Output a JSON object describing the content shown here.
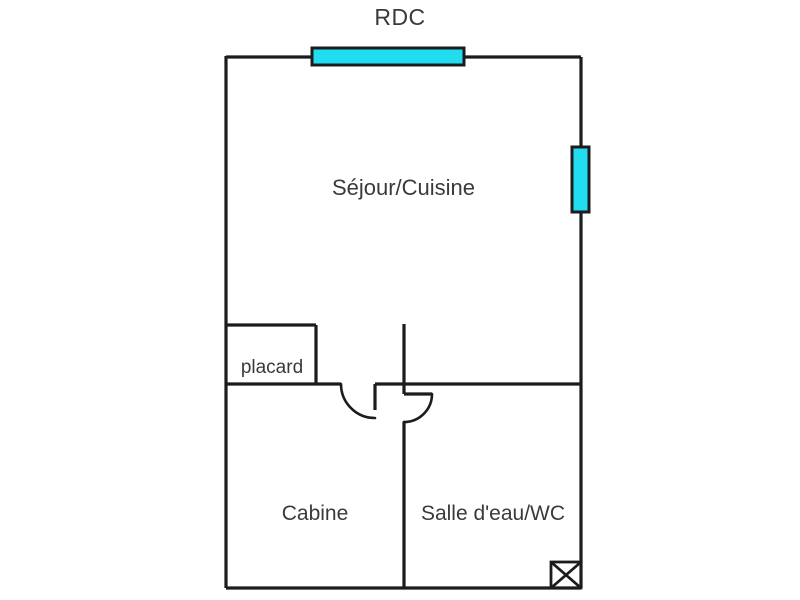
{
  "plan": {
    "title": "RDC",
    "colors": {
      "wall": "#1c1c1c",
      "window_fill": "#22dcef",
      "window_stroke": "#1c1c1c",
      "label_text": "#3a3a3a",
      "background": "#ffffff"
    },
    "rooms": [
      {
        "id": "sejour-cuisine",
        "label": "Séjour/Cuisine"
      },
      {
        "id": "placard",
        "label": "placard"
      },
      {
        "id": "cabine",
        "label": "Cabine"
      },
      {
        "id": "salle-eau-wc",
        "label": "Salle d'eau/WC"
      }
    ],
    "openings": [
      {
        "id": "window-top",
        "type": "window",
        "orientation": "horizontal"
      },
      {
        "id": "window-right",
        "type": "window",
        "orientation": "vertical"
      },
      {
        "id": "door-placard-corridor",
        "type": "door",
        "orientation": "horizontal"
      },
      {
        "id": "door-salle-eau",
        "type": "door",
        "orientation": "vertical"
      }
    ],
    "symbols": [
      {
        "id": "shaft-box",
        "type": "crossed-box"
      }
    ]
  }
}
